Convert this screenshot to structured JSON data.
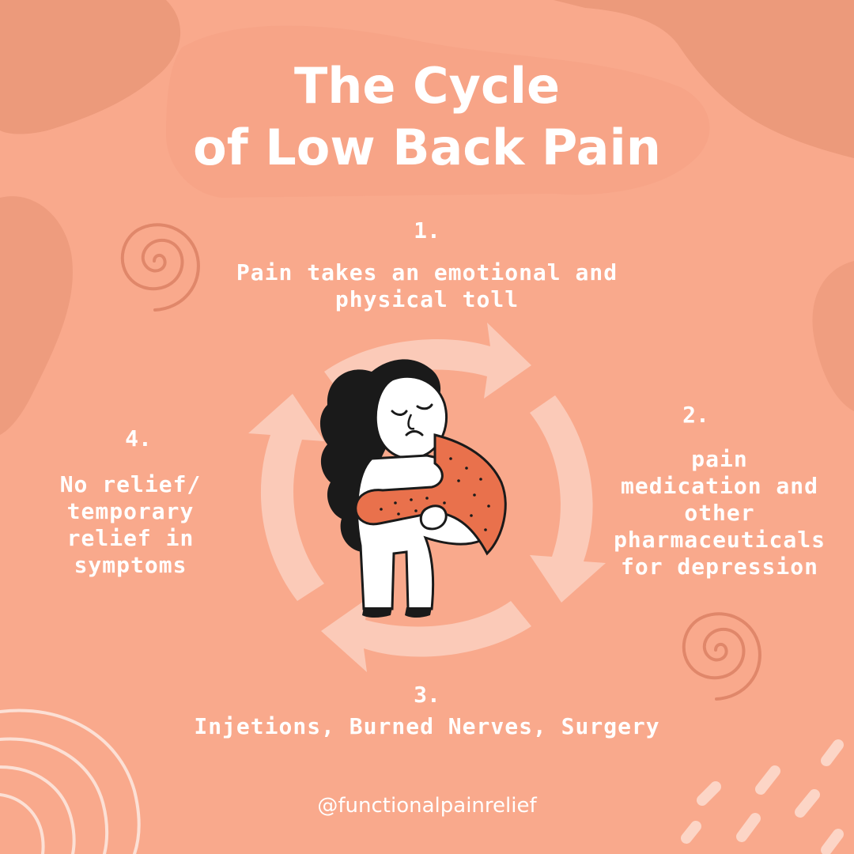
{
  "title": {
    "line1": "The Cycle",
    "line2": "of Low Back Pain"
  },
  "steps": [
    {
      "number": "1.",
      "lines": [
        "Pain takes an emotional and",
        "physical toll"
      ]
    },
    {
      "number": "2.",
      "lines": [
        "pain",
        "medication and",
        "other",
        "pharmaceuticals",
        "for depression"
      ]
    },
    {
      "number": "3.",
      "lines": [
        "Injetions, Burned Nerves, Surgery"
      ]
    },
    {
      "number": "4.",
      "lines": [
        "No relief/",
        "temporary",
        "relief in",
        "symptoms"
      ]
    }
  ],
  "handle": "@functionalpainrelief",
  "colors": {
    "background": "#f9a98c",
    "blob": "#ec9a7b",
    "arrow": "#fcd0c0",
    "sweater": "#e9714c",
    "hair": "#1a1a1a",
    "text": "#ffffff"
  },
  "icons": {
    "cycle": "circular-arrows-icon",
    "figure": "sad-woman-hugging-knees-illustration",
    "spirals": "spiral-doodle-icon"
  }
}
